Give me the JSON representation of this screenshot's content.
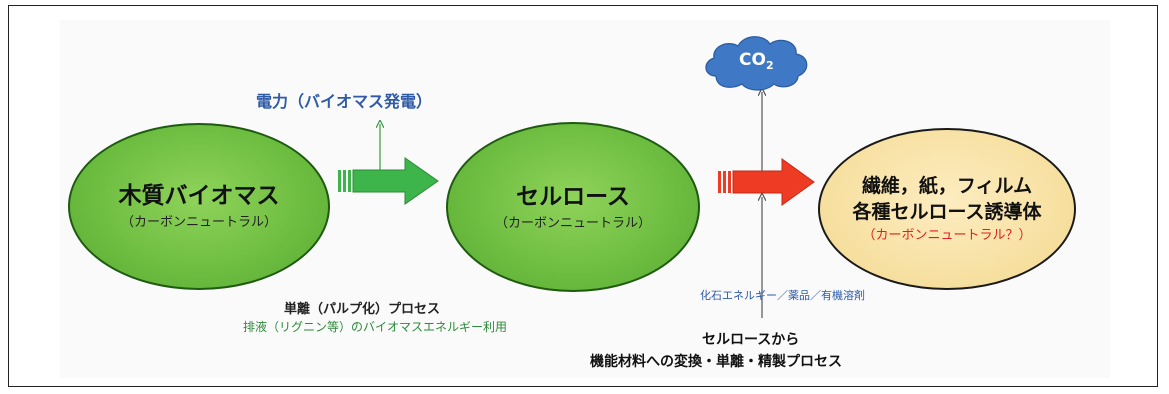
{
  "nodes": {
    "biomass": {
      "title": "木質バイオマス",
      "subtitle": "（カーボンニュートラル）"
    },
    "cellulose": {
      "title": "セルロース",
      "subtitle": "（カーボンニュートラル）"
    },
    "products": {
      "line1": "繊維，紙，フィルム",
      "line2": "各種セルロース誘導体",
      "subtitle": "（カーボンニュートラル？）"
    }
  },
  "labels": {
    "power": "電力（バイオマス発電）",
    "co2_main": "CO",
    "co2_sub": "2",
    "separation": "単離（パルプ化）プロセス",
    "waste_liquor": "排液（リグニン等）のバイオマスエネルギー利用",
    "fossil_inputs": "化石エネルギー／薬品／有機溶剤",
    "conversion_line1": "セルロースから",
    "conversion_line2": "機能材料への変換・単離・精製プロセス"
  },
  "colors": {
    "green_arrow": "#3db54a",
    "red_arrow": "#ee3b24",
    "cloud": "#3f78c4",
    "blue_text": "#2e5aa8",
    "green_text": "#2d8a3a",
    "red_text": "#e02020"
  }
}
